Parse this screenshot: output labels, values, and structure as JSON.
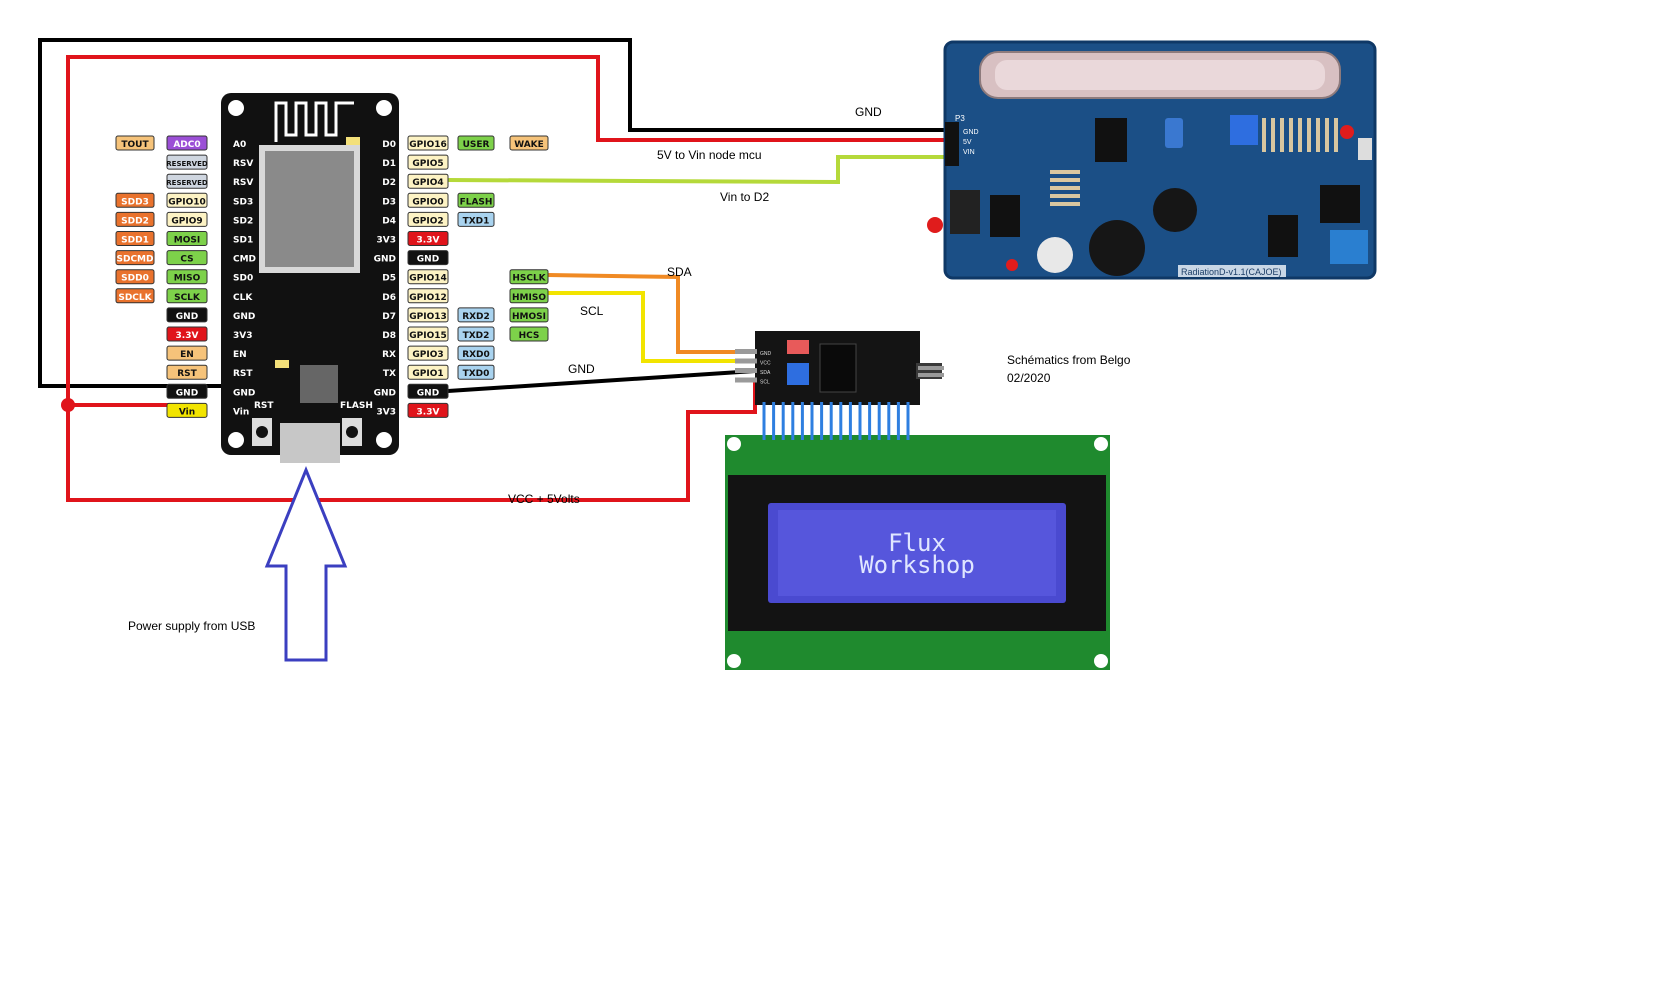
{
  "labels": {
    "gnd_top": "GND",
    "v5_vin": "5V to Vin node mcu",
    "vin_d2": "Vin to D2",
    "sda": "SDA",
    "scl": "SCL",
    "gnd_i2c": "GND",
    "vcc": "VCC + 5Volts",
    "power_usb": "Power supply from USB",
    "credit_line1": "Schématics from Belgo",
    "credit_line2": "02/2020"
  },
  "mcu": {
    "left_pins": [
      "A0",
      "RSV",
      "RSV",
      "SD3",
      "SD2",
      "SD1",
      "CMD",
      "SD0",
      "CLK",
      "GND",
      "3V3",
      "EN",
      "RST",
      "GND",
      "Vin"
    ],
    "right_pins": [
      "D0",
      "D1",
      "D2",
      "D3",
      "D4",
      "3V3",
      "GND",
      "D5",
      "D6",
      "D7",
      "D8",
      "RX",
      "TX",
      "GND",
      "3V3"
    ],
    "left_tags": [
      [
        "TOUT",
        "ADC0"
      ],
      [
        "",
        "RESERVED"
      ],
      [
        "",
        "RESERVED"
      ],
      [
        "SDD3",
        "GPIO10"
      ],
      [
        "SDD2",
        "GPIO9"
      ],
      [
        "SDD1",
        "MOSI"
      ],
      [
        "SDCMD",
        "CS"
      ],
      [
        "SDD0",
        "MISO"
      ],
      [
        "SDCLK",
        "SCLK"
      ],
      [
        "",
        "GND"
      ],
      [
        "",
        "3.3V"
      ],
      [
        "",
        "EN"
      ],
      [
        "",
        "RST"
      ],
      [
        "",
        "GND"
      ],
      [
        "",
        "Vin"
      ]
    ],
    "right_tags": [
      [
        "GPIO16",
        "USER",
        "WAKE"
      ],
      [
        "GPIO5",
        "",
        ""
      ],
      [
        "GPIO4",
        "",
        ""
      ],
      [
        "GPIO0",
        "FLASH",
        ""
      ],
      [
        "GPIO2",
        "TXD1",
        ""
      ],
      [
        "3.3V",
        "",
        ""
      ],
      [
        "GND",
        "",
        ""
      ],
      [
        "GPIO14",
        "",
        "HSCLK"
      ],
      [
        "GPIO12",
        "",
        "HMISO"
      ],
      [
        "GPIO13",
        "RXD2",
        "HMOSI"
      ],
      [
        "GPIO15",
        "TXD2",
        "HCS"
      ],
      [
        "GPIO3",
        "RXD0",
        ""
      ],
      [
        "GPIO1",
        "TXD0",
        ""
      ],
      [
        "GND",
        "",
        ""
      ],
      [
        "3.3V",
        "",
        ""
      ]
    ],
    "rst_label": "RST",
    "flash_label": "FLASH"
  },
  "lcd": {
    "line1": "Flux",
    "line2": "Workshop",
    "i2c_pins": [
      "GND",
      "VCC",
      "SDA",
      "SCL"
    ]
  },
  "geiger": {
    "board_label": "RadiationD-v1.1(CAJOE)",
    "header_pins": [
      "P3",
      "GND",
      "5V",
      "VIN"
    ]
  },
  "colors": {
    "gnd_wire": "#000000",
    "vcc_wire": "#e0141b",
    "d2_wire": "#b5d93a",
    "sda_wire": "#f08a24",
    "scl_wire": "#f2e400",
    "arrow": "#3b3fc0",
    "pcb": "#1b4f86",
    "lcd_screen": "#4a4ad0",
    "lcd_board": "#1f8a2e"
  }
}
